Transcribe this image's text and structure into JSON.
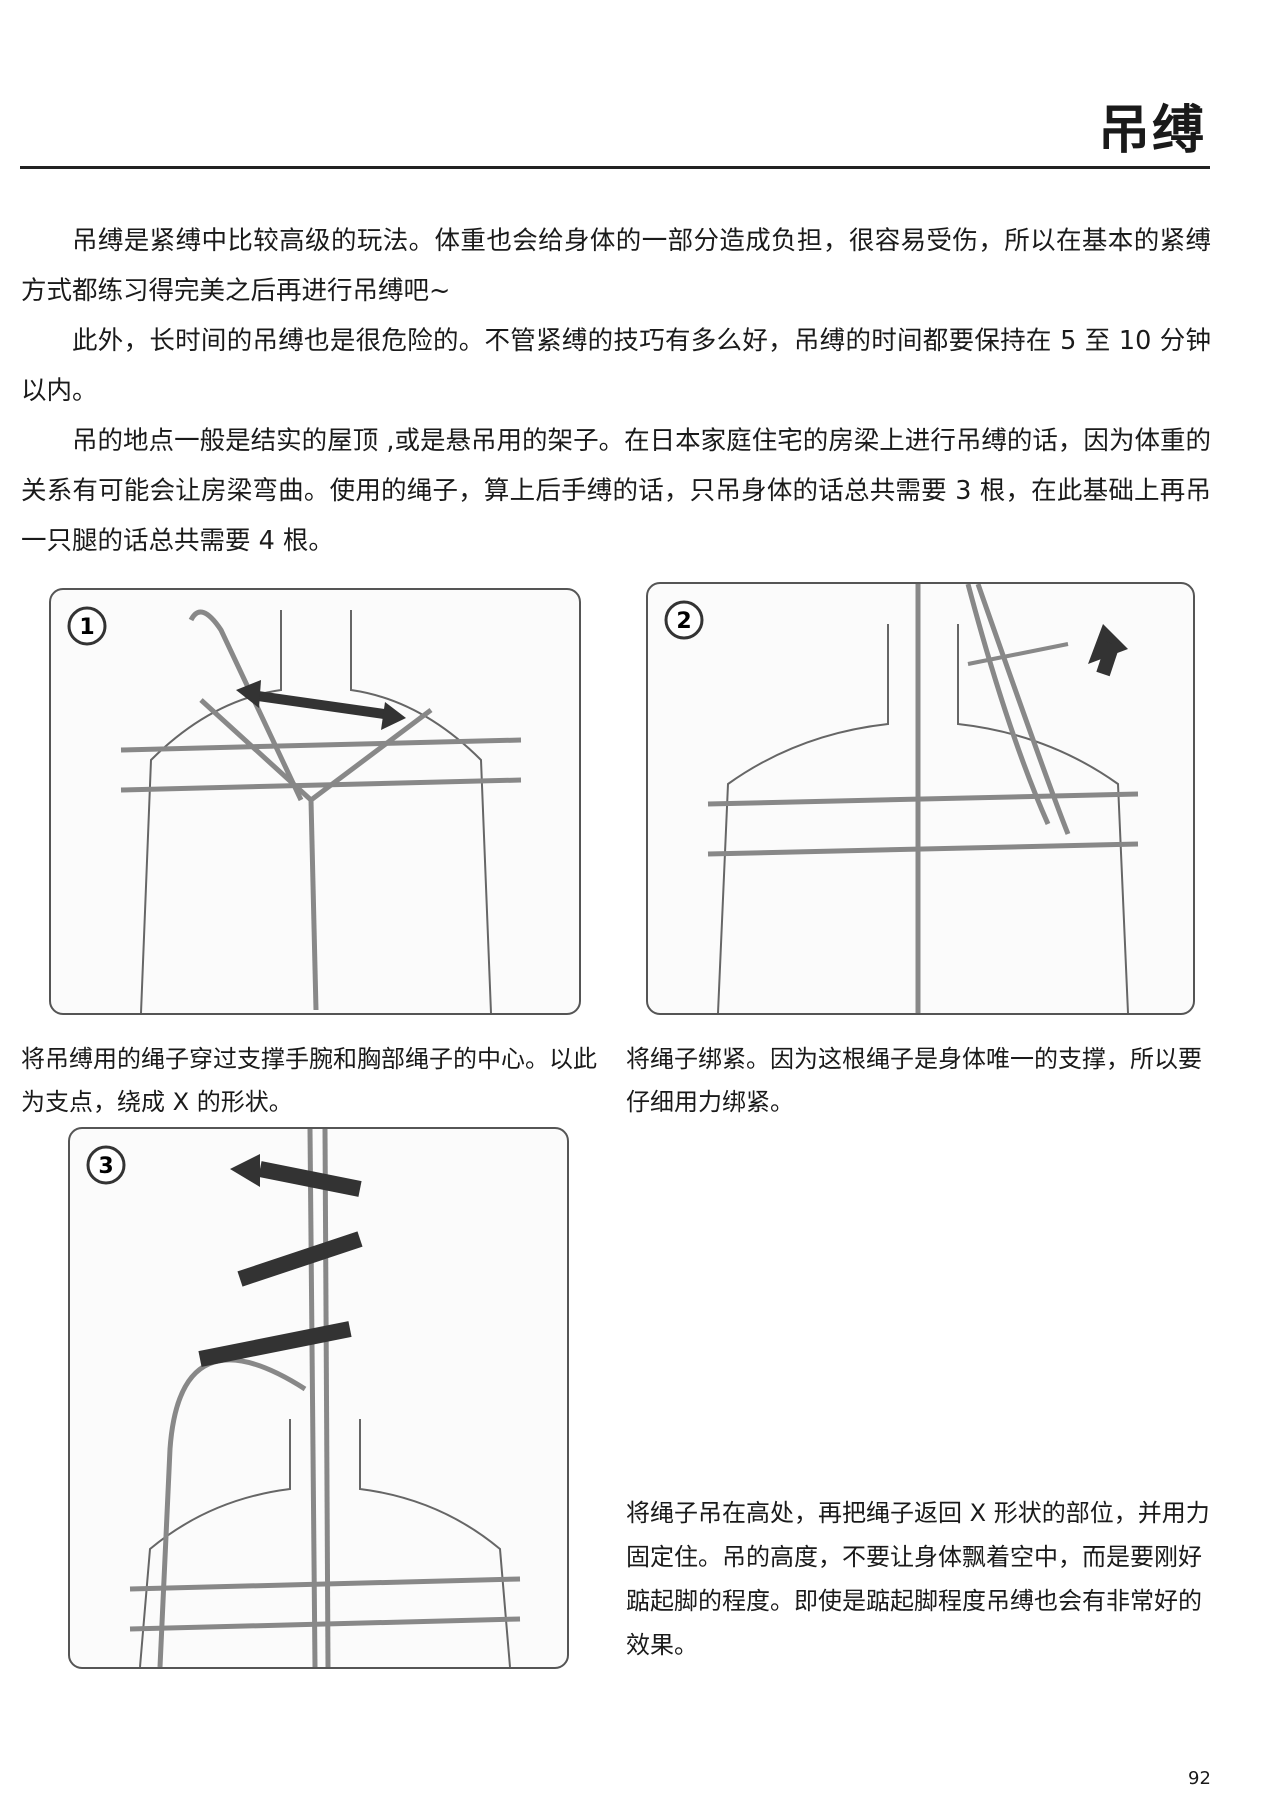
{
  "page": {
    "title": "吊缚",
    "paragraphs": [
      "吊缚是紧缚中比较高级的玩法。体重也会给身体的一部分造成负担，很容易受伤，所以在基本的紧缚方式都练习得完美之后再进行吊缚吧~",
      "此外，长时间的吊缚也是很危险的。不管紧缚的技巧有多么好，吊缚的时间都要保持在 5 至 10 分钟以内。",
      "吊的地点一般是结实的屋顶 ,或是悬吊用的架子。在日本家庭住宅的房梁上进行吊缚的话，因为体重的关系有可能会让房梁弯曲。使用的绳子，算上后手缚的话，只吊身体的话总共需要 3 根，在此基础上再吊一只腿的话总共需要 4 根。"
    ],
    "steps": [
      {
        "number": "1",
        "caption": "将吊缚用的绳子穿过支撑手腕和胸部绳子的中心。以此为支点，绕成 X 的形状。"
      },
      {
        "number": "2",
        "caption": "将绳子绑紧。因为这根绳子是身体唯一的支撑，所以要仔细用力绑紧。"
      },
      {
        "number": "3",
        "caption": "将绳子吊在高处，再把绳子返回 X 形状的部位，并用力固定住。吊的高度，不要让身体飘着空中，而是要刚好踮起脚的程度。即使是踮起脚程度吊缚也会有非常好的效果。"
      }
    ],
    "page_number": "92"
  }
}
